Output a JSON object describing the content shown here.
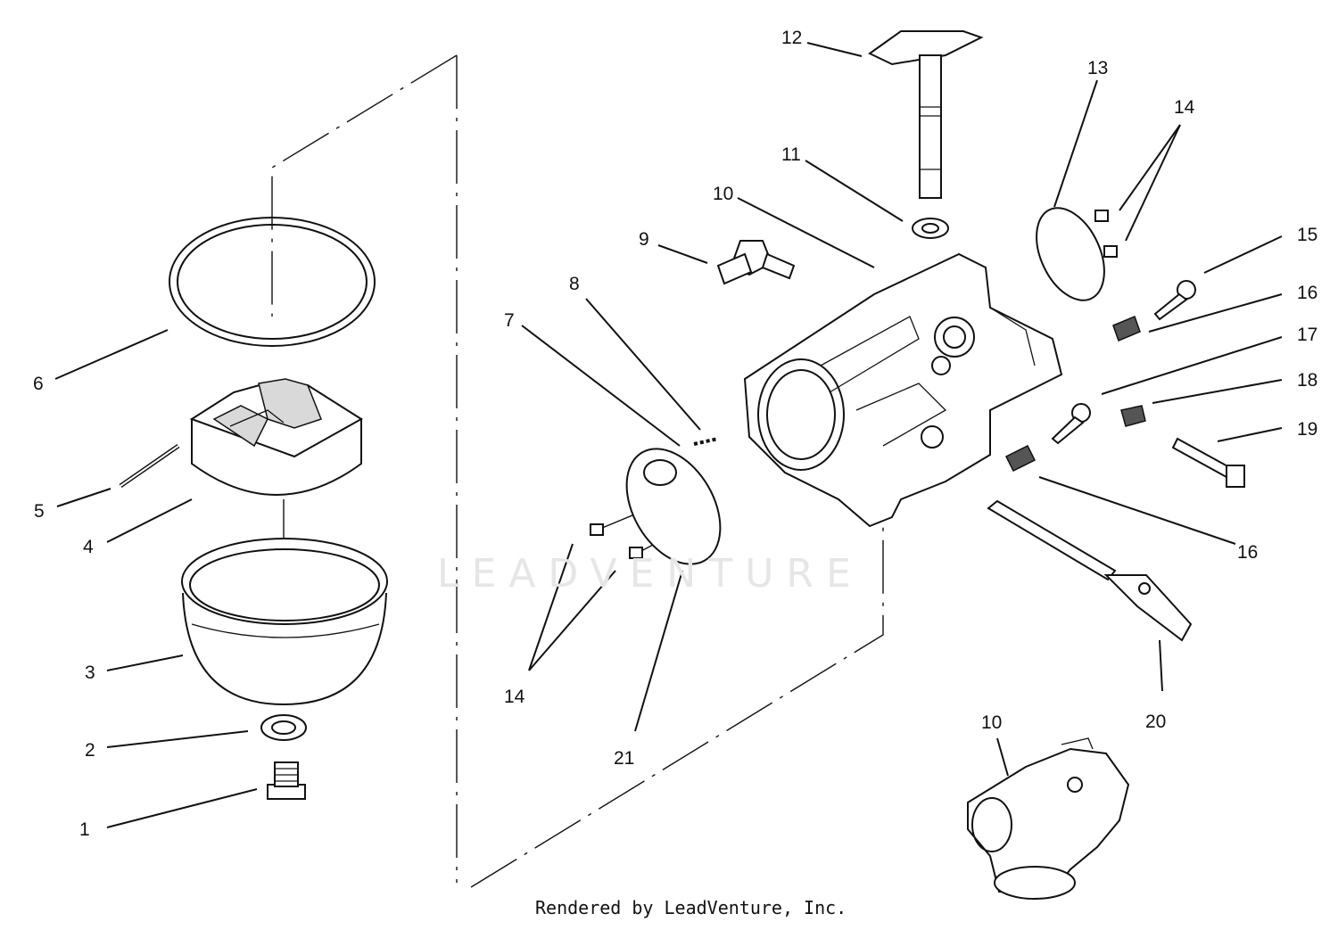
{
  "diagram": {
    "title": "",
    "callouts": [
      {
        "id": "c1",
        "label": "1"
      },
      {
        "id": "c2",
        "label": "2"
      },
      {
        "id": "c3",
        "label": "3"
      },
      {
        "id": "c4",
        "label": "4"
      },
      {
        "id": "c5",
        "label": "5"
      },
      {
        "id": "c6",
        "label": "6"
      },
      {
        "id": "c7",
        "label": "7"
      },
      {
        "id": "c8",
        "label": "8"
      },
      {
        "id": "c9",
        "label": "9"
      },
      {
        "id": "c10a",
        "label": "10"
      },
      {
        "id": "c11",
        "label": "11"
      },
      {
        "id": "c12",
        "label": "12"
      },
      {
        "id": "c13",
        "label": "13"
      },
      {
        "id": "c14a",
        "label": "14"
      },
      {
        "id": "c15",
        "label": "15"
      },
      {
        "id": "c16a",
        "label": "16"
      },
      {
        "id": "c17",
        "label": "17"
      },
      {
        "id": "c18",
        "label": "18"
      },
      {
        "id": "c19",
        "label": "19"
      },
      {
        "id": "c16b",
        "label": "16"
      },
      {
        "id": "c20",
        "label": "20"
      },
      {
        "id": "c14b",
        "label": "14"
      },
      {
        "id": "c21",
        "label": "21"
      },
      {
        "id": "c10b",
        "label": "10"
      }
    ],
    "watermark": "LEADVENTURE",
    "footer": "Rendered by LeadVenture, Inc."
  },
  "colors": {
    "line": "#111111",
    "background": "#ffffff",
    "watermark": "#e6e6e6"
  }
}
